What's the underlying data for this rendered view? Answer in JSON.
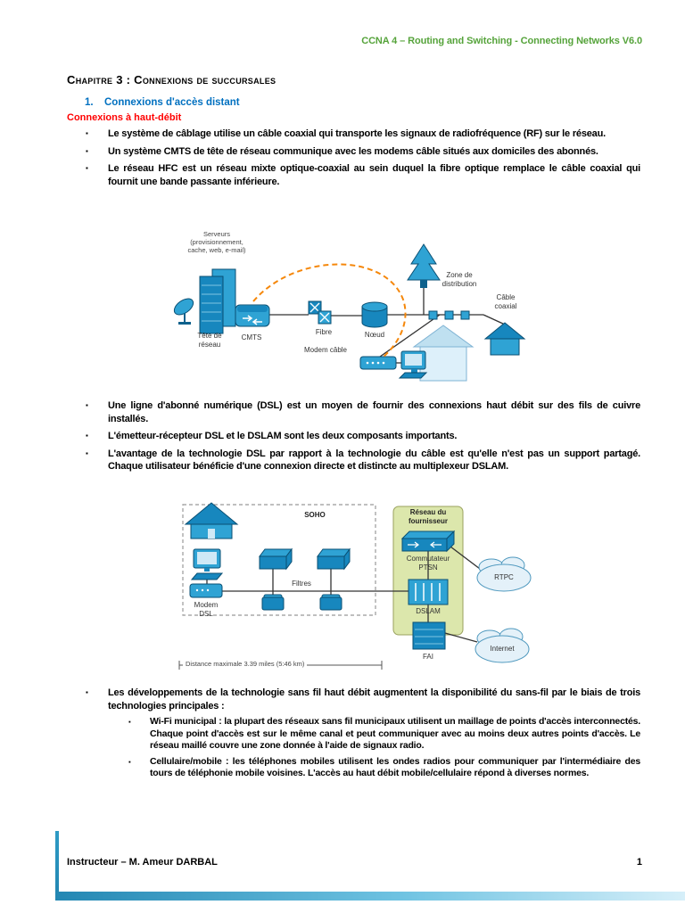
{
  "colors": {
    "header_green": "#55A33A",
    "heading_blue": "#0070C0",
    "heading_red": "#FF0000",
    "accent_bar": "#2387B3",
    "diagram_blue": "#2FA3D4"
  },
  "page": {
    "header": "CCNA 4 – Routing and Switching - Connecting Networks V6.0",
    "title": "Chapitre 3 : Connexions de succursales",
    "footer_left": "Instructeur – M. Ameur DARBAL",
    "page_number": "1"
  },
  "list": {
    "marker": "▪"
  },
  "section": {
    "number": "1.",
    "heading": "Connexions d'accès distant",
    "subheading": "Connexions à haut-débit"
  },
  "bullets1": [
    "Le système de câblage utilise un câble coaxial qui transporte les signaux de radiofréquence (RF) sur le réseau.",
    "Un système CMTS de tête de réseau communique avec les modems câble situés aux domiciles des abonnés.",
    "Le réseau HFC est un réseau mixte optique-coaxial au sein duquel la fibre optique remplace le câble coaxial qui fournit une bande passante inférieure."
  ],
  "bullets2": [
    "Une ligne d'abonné numérique (DSL) est un moyen de fournir des connexions haut débit sur des fils de cuivre installés.",
    "L'émetteur-récepteur DSL et le DSLAM sont les deux composants importants.",
    "L'avantage de la technologie DSL par rapport à la technologie du câble est qu'elle n'est pas un support partagé. Chaque utilisateur bénéficie d'une connexion directe et distincte au multiplexeur DSLAM."
  ],
  "bullets3": {
    "intro": "Les développements de la technologie sans fil haut débit augmentent la disponibilité du sans-fil par le biais de trois technologies principales :",
    "items": [
      {
        "lead": "Wi-Fi municipal :",
        "rest": " la plupart des réseaux sans fil municipaux utilisent un maillage de points d'accès interconnectés.  Chaque point d'accès est sur le même canal et peut communiquer avec au moins deux autres points d'accès. Le réseau maillé couvre une zone donnée à l'aide de signaux radio."
      },
      {
        "lead": "Cellulaire/mobile :",
        "rest": " les téléphones mobiles utilisent les ondes radios pour communiquer par l'intermédiaire des tours de téléphonie mobile voisines. L'accès au haut débit mobile/cellulaire répond à diverses normes."
      }
    ]
  },
  "diagram1": {
    "labels": {
      "serveurs": "Serveurs\n(provisionnement,\ncache, web, e-mail)",
      "tete_reseau": "Tête de\nréseau",
      "cmts": "CMTS",
      "fibre": "Fibre",
      "noeud": "Nœud",
      "modem_cable": "Modem câble",
      "zone_distribution": "Zone de\ndistribution",
      "cable_coaxial": "Câble\ncoaxial"
    }
  },
  "diagram2": {
    "labels": {
      "soho": "SOHO",
      "modem_dsl": "Modem\nDSL",
      "filtres": "Filtres",
      "reseau_fournisseur": "Réseau du\nfournisseur",
      "commutateur": "Commutateur\nPTSN",
      "dslam": "DSLAM",
      "fai": "FAI",
      "rtpc": "RTPC",
      "internet": "Internet",
      "distance": "Distance maximale 3.39 miles (5:46 km)"
    }
  }
}
